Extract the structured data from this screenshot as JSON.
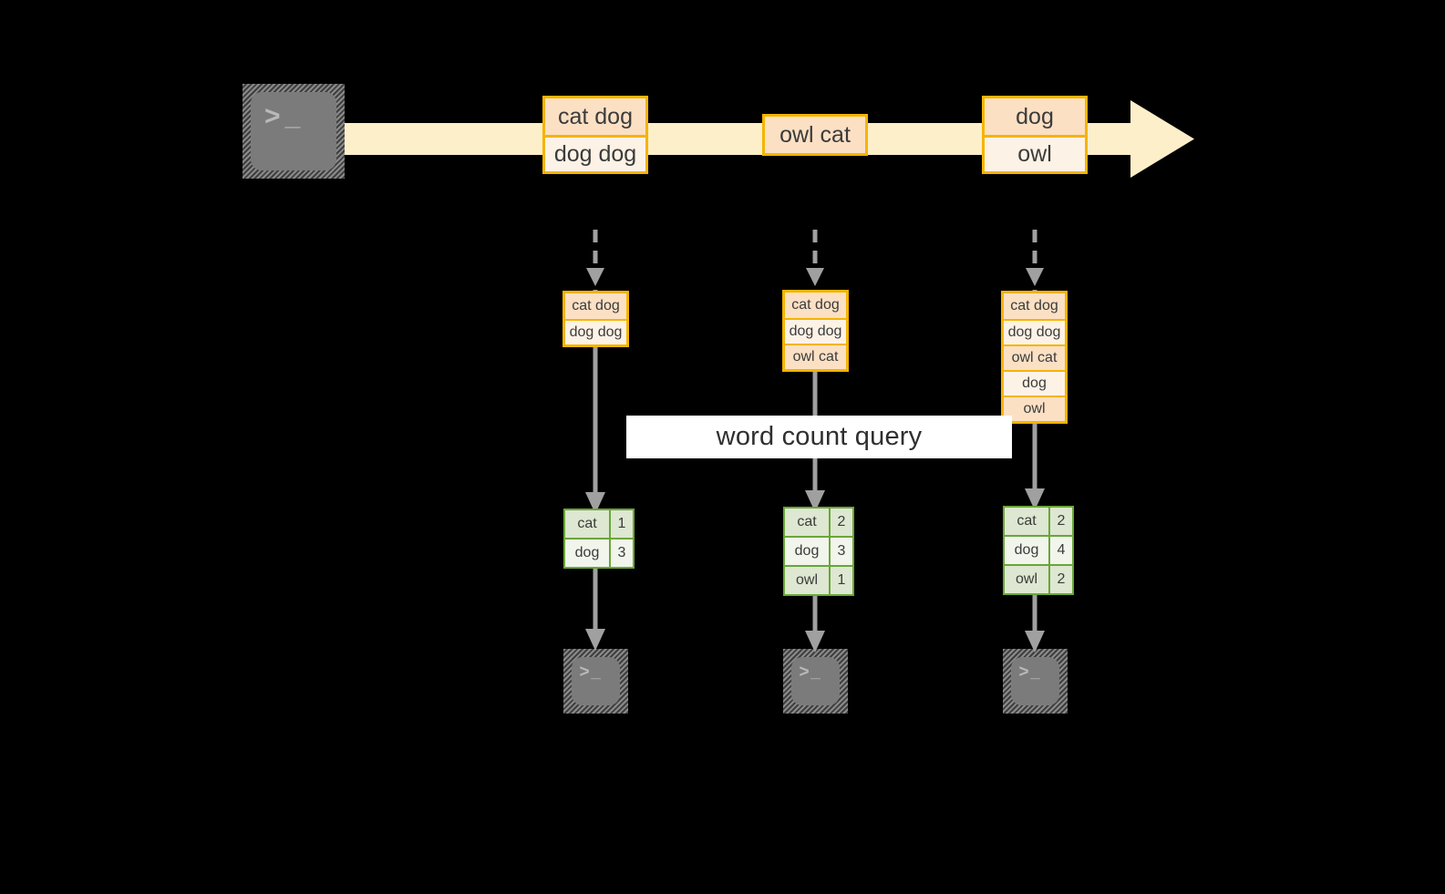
{
  "diagram": {
    "title": "word count query streaming diagram",
    "colors": {
      "background": "#000000",
      "record_border": "#F5B400",
      "record_fill_a": "#FBE0C4",
      "record_fill_b": "#FDF2E6",
      "stream_arrow": "#FDEFC9",
      "result_border": "#6AA637",
      "result_fill_a": "#DDE7D1",
      "result_fill_b": "#F1F5EC",
      "connector": "#A0A0A0",
      "terminal_body": "#7B7B7B",
      "label_band": "#FFFFFF"
    }
  },
  "source": {
    "icon": "terminal-icon",
    "glyph_chevron": ">",
    "glyph_underscore": "_"
  },
  "stream": {
    "icon": "stream-arrow-icon",
    "batches": [
      {
        "name": "batch-1",
        "lines": [
          "cat dog",
          "dog dog"
        ]
      },
      {
        "name": "batch-2",
        "lines": [
          "owl cat"
        ]
      },
      {
        "name": "batch-3",
        "lines": [
          "dog",
          "owl"
        ]
      }
    ]
  },
  "query": {
    "label": "word count query"
  },
  "snapshots": [
    {
      "name": "snapshot-1",
      "lines": [
        "cat dog",
        "dog dog"
      ]
    },
    {
      "name": "snapshot-2",
      "lines": [
        "cat dog",
        "dog dog",
        "owl cat"
      ]
    },
    {
      "name": "snapshot-3",
      "lines": [
        "cat dog",
        "dog dog",
        "owl cat",
        "dog",
        "owl"
      ]
    }
  ],
  "results": [
    {
      "name": "result-1",
      "rows": [
        {
          "word": "cat",
          "count": "1"
        },
        {
          "word": "dog",
          "count": "3"
        }
      ]
    },
    {
      "name": "result-2",
      "rows": [
        {
          "word": "cat",
          "count": "2"
        },
        {
          "word": "dog",
          "count": "3"
        },
        {
          "word": "owl",
          "count": "1"
        }
      ]
    },
    {
      "name": "result-3",
      "rows": [
        {
          "word": "cat",
          "count": "2"
        },
        {
          "word": "dog",
          "count": "4"
        },
        {
          "word": "owl",
          "count": "2"
        }
      ]
    }
  ],
  "sinks": [
    {
      "name": "sink-1",
      "icon": "terminal-icon",
      "glyph_chevron": ">",
      "glyph_underscore": "_"
    },
    {
      "name": "sink-2",
      "icon": "terminal-icon",
      "glyph_chevron": ">",
      "glyph_underscore": "_"
    },
    {
      "name": "sink-3",
      "icon": "terminal-icon",
      "glyph_chevron": ">",
      "glyph_underscore": "_"
    }
  ]
}
